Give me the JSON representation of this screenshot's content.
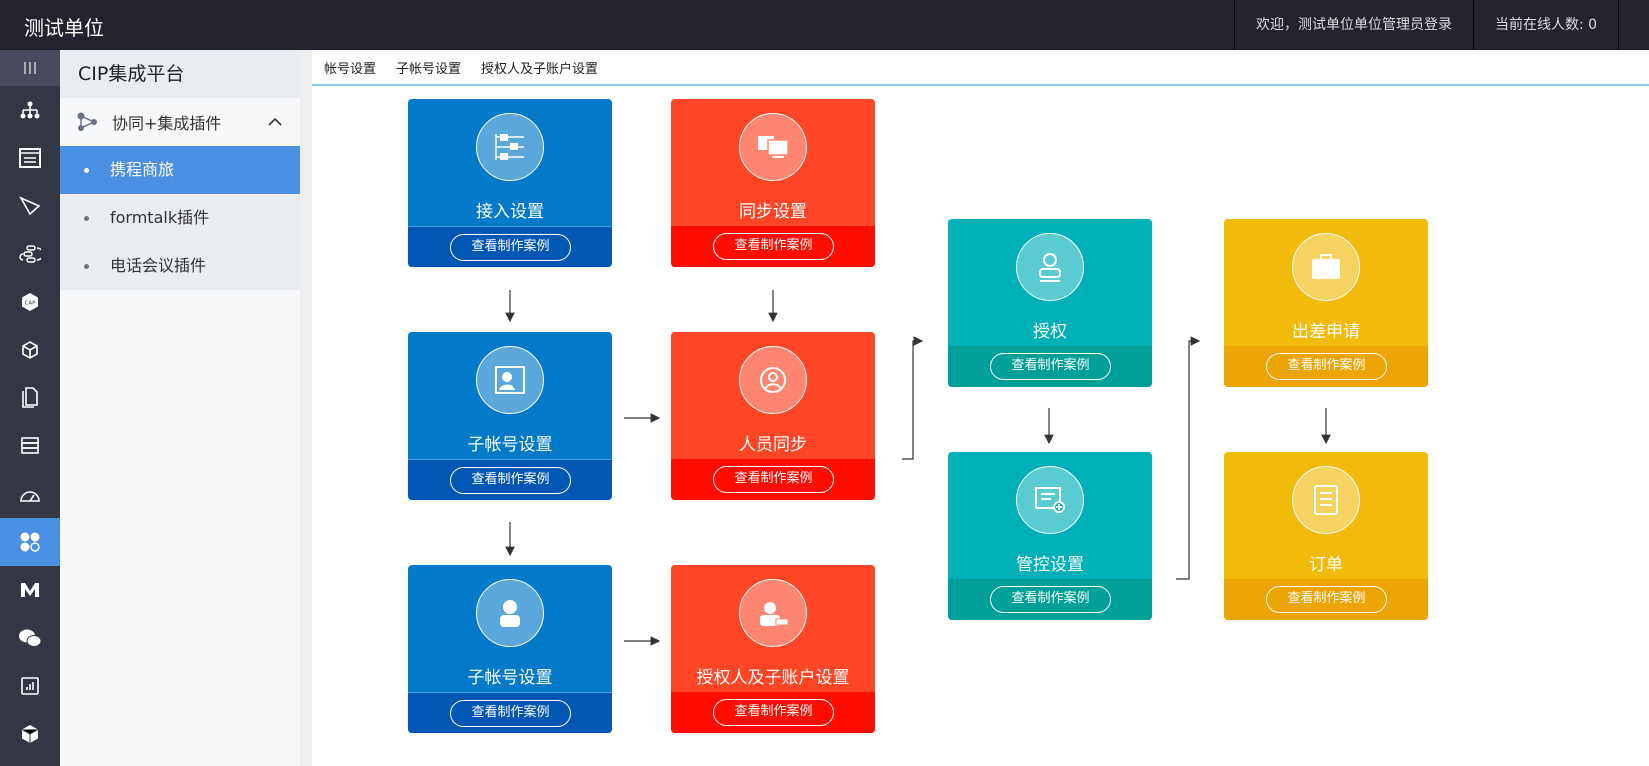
{
  "header": {
    "title": "测试单位",
    "welcome": "欢迎，测试单位单位管理员登录",
    "online": "当前在线人数: 0"
  },
  "sidebar": {
    "title": "CIP集成平台",
    "group": "协同+集成插件",
    "items": [
      {
        "label": "携程商旅",
        "active": true
      },
      {
        "label": "formtalk插件"
      },
      {
        "label": "电话会议插件"
      }
    ]
  },
  "iconbar": [
    "menu-icon",
    "org-tree-icon",
    "settings-panel-icon",
    "send-icon",
    "flow-icon",
    "cap-icon",
    "cube-icon",
    "document-icon",
    "database-icon",
    "dashboard-icon",
    "plugin-icon",
    "m-logo-icon",
    "wechat-icon",
    "report-icon",
    "box-icon"
  ],
  "tabs": [
    "帐号设置",
    "子帐号设置",
    "授权人及子账户设置"
  ],
  "button_label": "查看制作案例",
  "cards": [
    {
      "name": "接入设置",
      "color": "blue"
    },
    {
      "name": "同步设置",
      "color": "red"
    },
    {
      "name": "子帐号设置",
      "color": "blue"
    },
    {
      "name": "人员同步",
      "color": "red"
    },
    {
      "name": "子帐号设置",
      "color": "blue"
    },
    {
      "name": "授权人及子账户设置",
      "color": "red"
    },
    {
      "name": "授权",
      "color": "teal"
    },
    {
      "name": "管控设置",
      "color": "teal"
    },
    {
      "name": "出差申请",
      "color": "yellow"
    },
    {
      "name": "订单",
      "color": "yellow"
    }
  ],
  "colors": {
    "blue": "#0379c9",
    "red": "#fe4526",
    "teal": "#00b0b8",
    "yellow": "#f2bb0b",
    "active": "#4a90e2"
  }
}
